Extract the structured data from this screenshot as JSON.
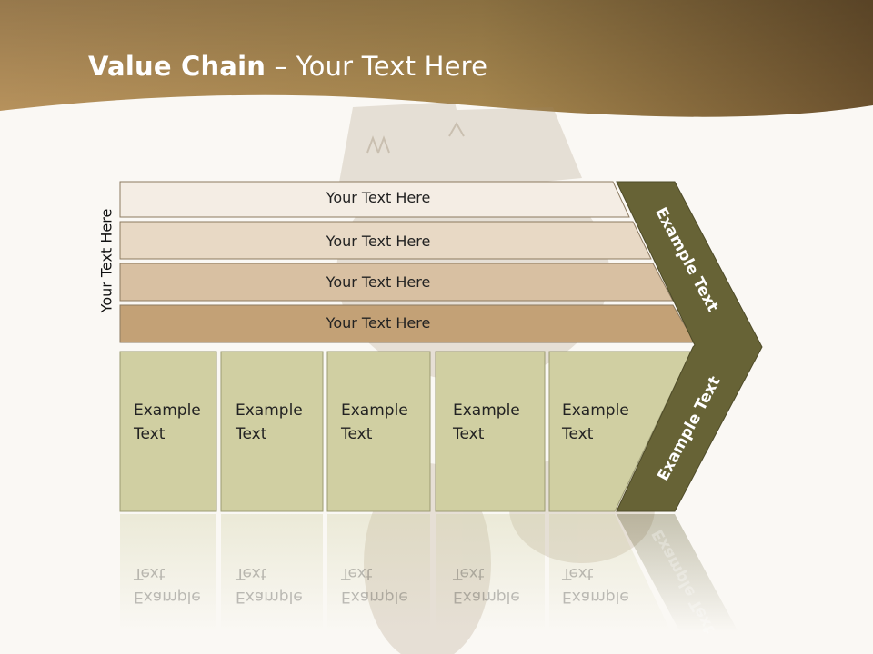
{
  "slide": {
    "title_bold": "Value Chain",
    "title_rest": " – Your Text Here",
    "side_label": "Your Text Here",
    "support_rows": [
      {
        "label": "Your Text Here"
      },
      {
        "label": "Your Text Here"
      },
      {
        "label": "Your Text Here"
      },
      {
        "label": "Your Text Here"
      }
    ],
    "primary_activities": [
      {
        "line1": "Example",
        "line2": "Text"
      },
      {
        "line1": "Example",
        "line2": "Text"
      },
      {
        "line1": "Example",
        "line2": "Text"
      },
      {
        "line1": "Example",
        "line2": "Text"
      },
      {
        "line1": "Example",
        "line2": "Text"
      }
    ],
    "margin_upper": "Example Text",
    "margin_lower": "Example Text"
  },
  "colors": {
    "header_light": "#b69460",
    "header_dark": "#6e5430",
    "row_1": "#f4ede4",
    "row_2": "#e8d9c5",
    "row_3": "#d8c0a2",
    "row_4": "#c3a176",
    "primary_fill": "#d0cfa2",
    "margin_chevron": "#676336"
  }
}
